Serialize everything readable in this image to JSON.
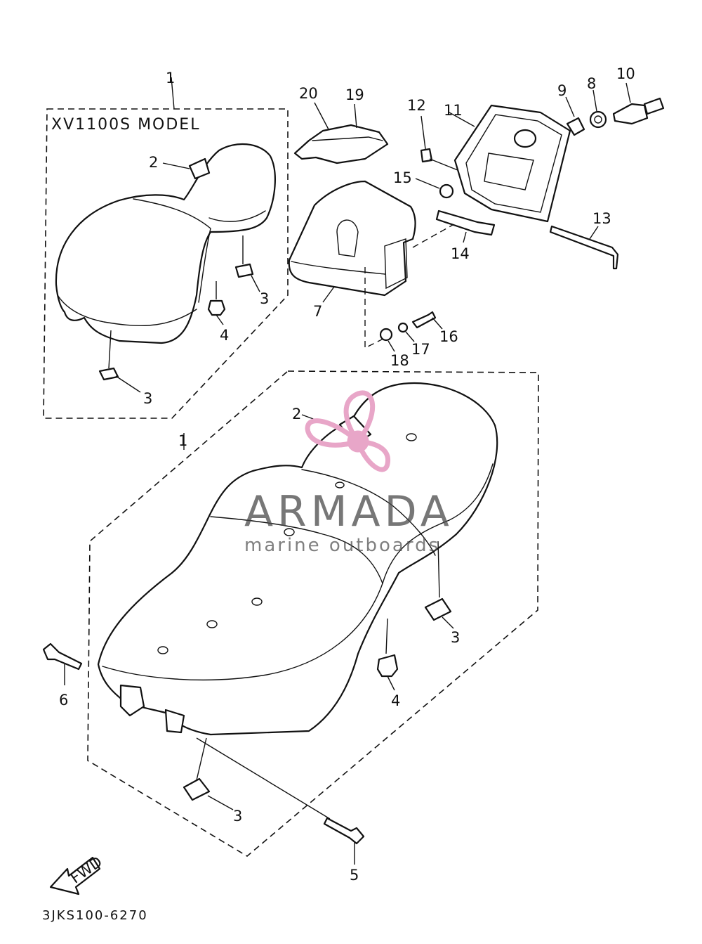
{
  "diagram": {
    "model_box_label": "XV1100S MODEL",
    "drawing_code": "3JKS100-6270",
    "direction_arrow_label": "FWD",
    "watermark": {
      "brand": "ARMADA",
      "tagline": "marine outboards",
      "logo_color": "#e8a6c8"
    },
    "callouts": {
      "top_1": "1",
      "top_2": "2",
      "top_3a": "3",
      "top_3b": "3",
      "top_4": "4",
      "main_1": "1",
      "main_2": "2",
      "main_3a": "3",
      "main_3b": "3",
      "main_4": "4",
      "main_5": "5",
      "main_6": "6",
      "p7": "7",
      "p8": "8",
      "p9": "9",
      "p10": "10",
      "p11": "11",
      "p12": "12",
      "p13": "13",
      "p14": "14",
      "p15": "15",
      "p16": "16",
      "p17": "17",
      "p18": "18",
      "p19": "19",
      "p20": "20"
    }
  }
}
